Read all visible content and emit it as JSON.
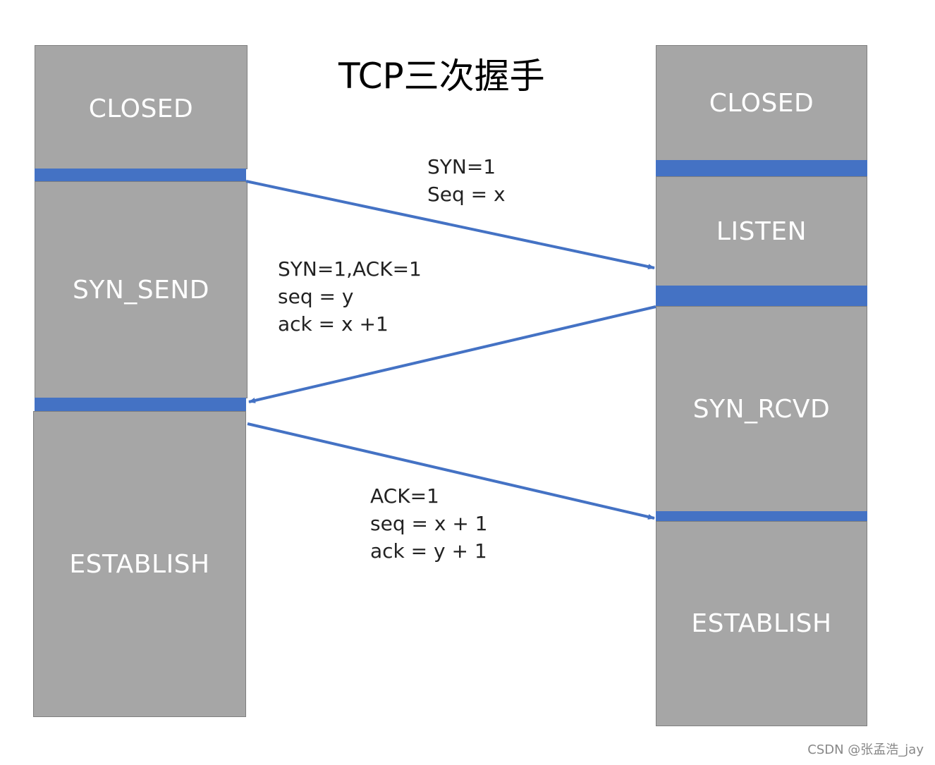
{
  "title": "TCP三次握手",
  "client_states": [
    "CLOSED",
    "SYN_SEND",
    "ESTABLISH"
  ],
  "server_states": [
    "CLOSED",
    "LISTEN",
    "SYN_RCVD",
    "ESTABLISH"
  ],
  "messages": [
    {
      "lines": [
        "SYN=1",
        "Seq = x"
      ]
    },
    {
      "lines": [
        "SYN=1,ACK=1",
        "seq = y",
        "ack = x +1"
      ]
    },
    {
      "lines": [
        "ACK=1",
        "seq = x + 1",
        "ack = y + 1"
      ]
    }
  ],
  "colors": {
    "state_fill": "#a6a6a6",
    "transition_bar": "#4472c4",
    "arrow": "#4472c4"
  },
  "watermark": "CSDN @张孟浩_jay"
}
